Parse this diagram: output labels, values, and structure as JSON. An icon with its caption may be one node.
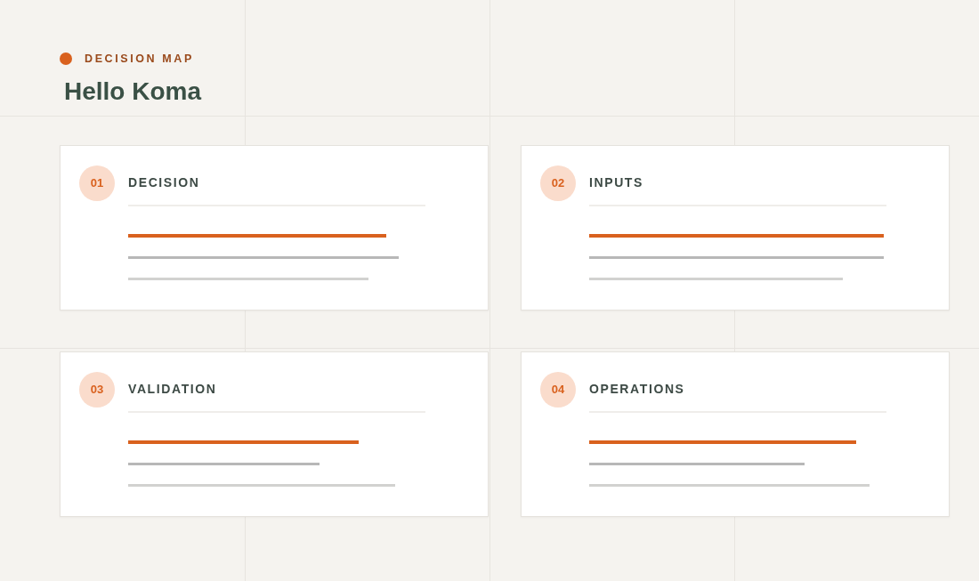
{
  "diagram": {
    "title": "Hello Koma",
    "nodes": [
      {
        "text": [
          "DECISION"
        ]
      },
      {
        "text": [
          "01"
        ],
        "in": 0
      },
      {
        "text": [
          "INPUTS"
        ]
      },
      {
        "text": [
          "02"
        ],
        "in": 2
      },
      {
        "text": [
          "VALIDATION"
        ]
      },
      {
        "text": [
          "03"
        ],
        "in": 4
      },
      {
        "text": [
          "OPERATIONS"
        ]
      },
      {
        "text": [
          "04"
        ],
        "in": 6
      }
    ],
    "labels": [
      "DECISION MAP"
    ]
  }
}
